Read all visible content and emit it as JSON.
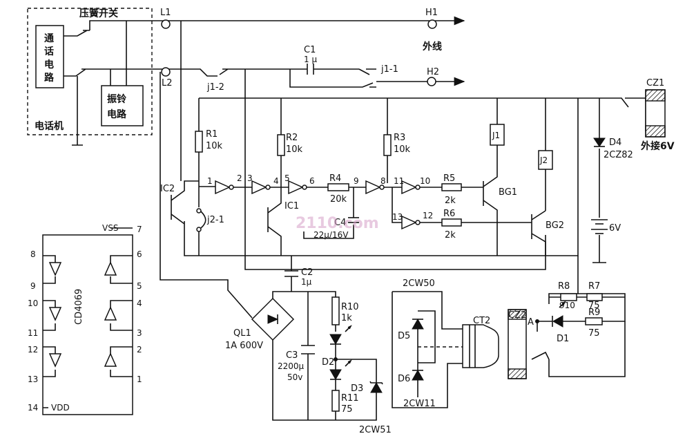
{
  "labels": {
    "phone_block": "电话机",
    "talk_circuit": [
      "通",
      "话",
      "电",
      "路"
    ],
    "ring_circuit": [
      "振铃",
      "电路"
    ],
    "hook_switch": "压簧开关",
    "external_line": "外线",
    "external_6v": "外接6V",
    "l1": "L1",
    "l2": "L2",
    "h1": "H1",
    "h2": "H2",
    "c1": "C1",
    "c1_val": "1 μ",
    "j1_1": "j1-1",
    "j1_2": "j1-2",
    "j2_1": "j2-1",
    "cz1": "CZ1",
    "cz2": "CZ2",
    "r1": "R1",
    "r1_val": "10k",
    "r2": "R2",
    "r2_val": "10k",
    "r3": "R3",
    "r3_val": "10k",
    "r4": "R4",
    "r4_val": "20k",
    "r5": "R5",
    "r5_val": "2k",
    "r6": "R6",
    "r6_val": "2k",
    "r7": "R7",
    "r7_val": "75",
    "r8": "R8",
    "r8_val": "910",
    "r9": "R9",
    "r9_val": "75",
    "r10": "R10",
    "r10_val": "1k",
    "r11": "R11",
    "r11_val": "75",
    "c2": "C2",
    "c2_val": "1μ",
    "c3": "C3",
    "c3_val": "2200μ",
    "c3_v": "50v",
    "c4": "C4",
    "c4_val": "22μ/16V",
    "ic1": "IC1",
    "ic2": "IC2",
    "bg1": "BG1",
    "bg2": "BG2",
    "j1": "J1",
    "j2": "J2",
    "d1": "D1",
    "d2": "D2",
    "d3": "D3",
    "d4": "D4",
    "d4_val": "2CZ82",
    "d5": "D5",
    "d6": "D6",
    "ct2": "CT2",
    "ql1": "QL1",
    "ql1_val": "1A  600V",
    "zener_2cw50": "2CW50",
    "zener_2cw11": "2CW11",
    "zener_2cw51": "2CW51",
    "batt": "6V",
    "node_a": "A",
    "chip": "CD4069",
    "vss": "VSS",
    "vdd": "VDD",
    "pins_left": [
      "8",
      "9",
      "10",
      "11",
      "12",
      "13",
      "14"
    ],
    "pins_right": [
      "7",
      "6",
      "5",
      "4",
      "3",
      "2",
      "1"
    ],
    "gate_pins": [
      "1",
      "2",
      "3",
      "4",
      "5",
      "6",
      "9",
      "8",
      "11",
      "10",
      "13",
      "12"
    ],
    "watermark": "2110.com"
  }
}
